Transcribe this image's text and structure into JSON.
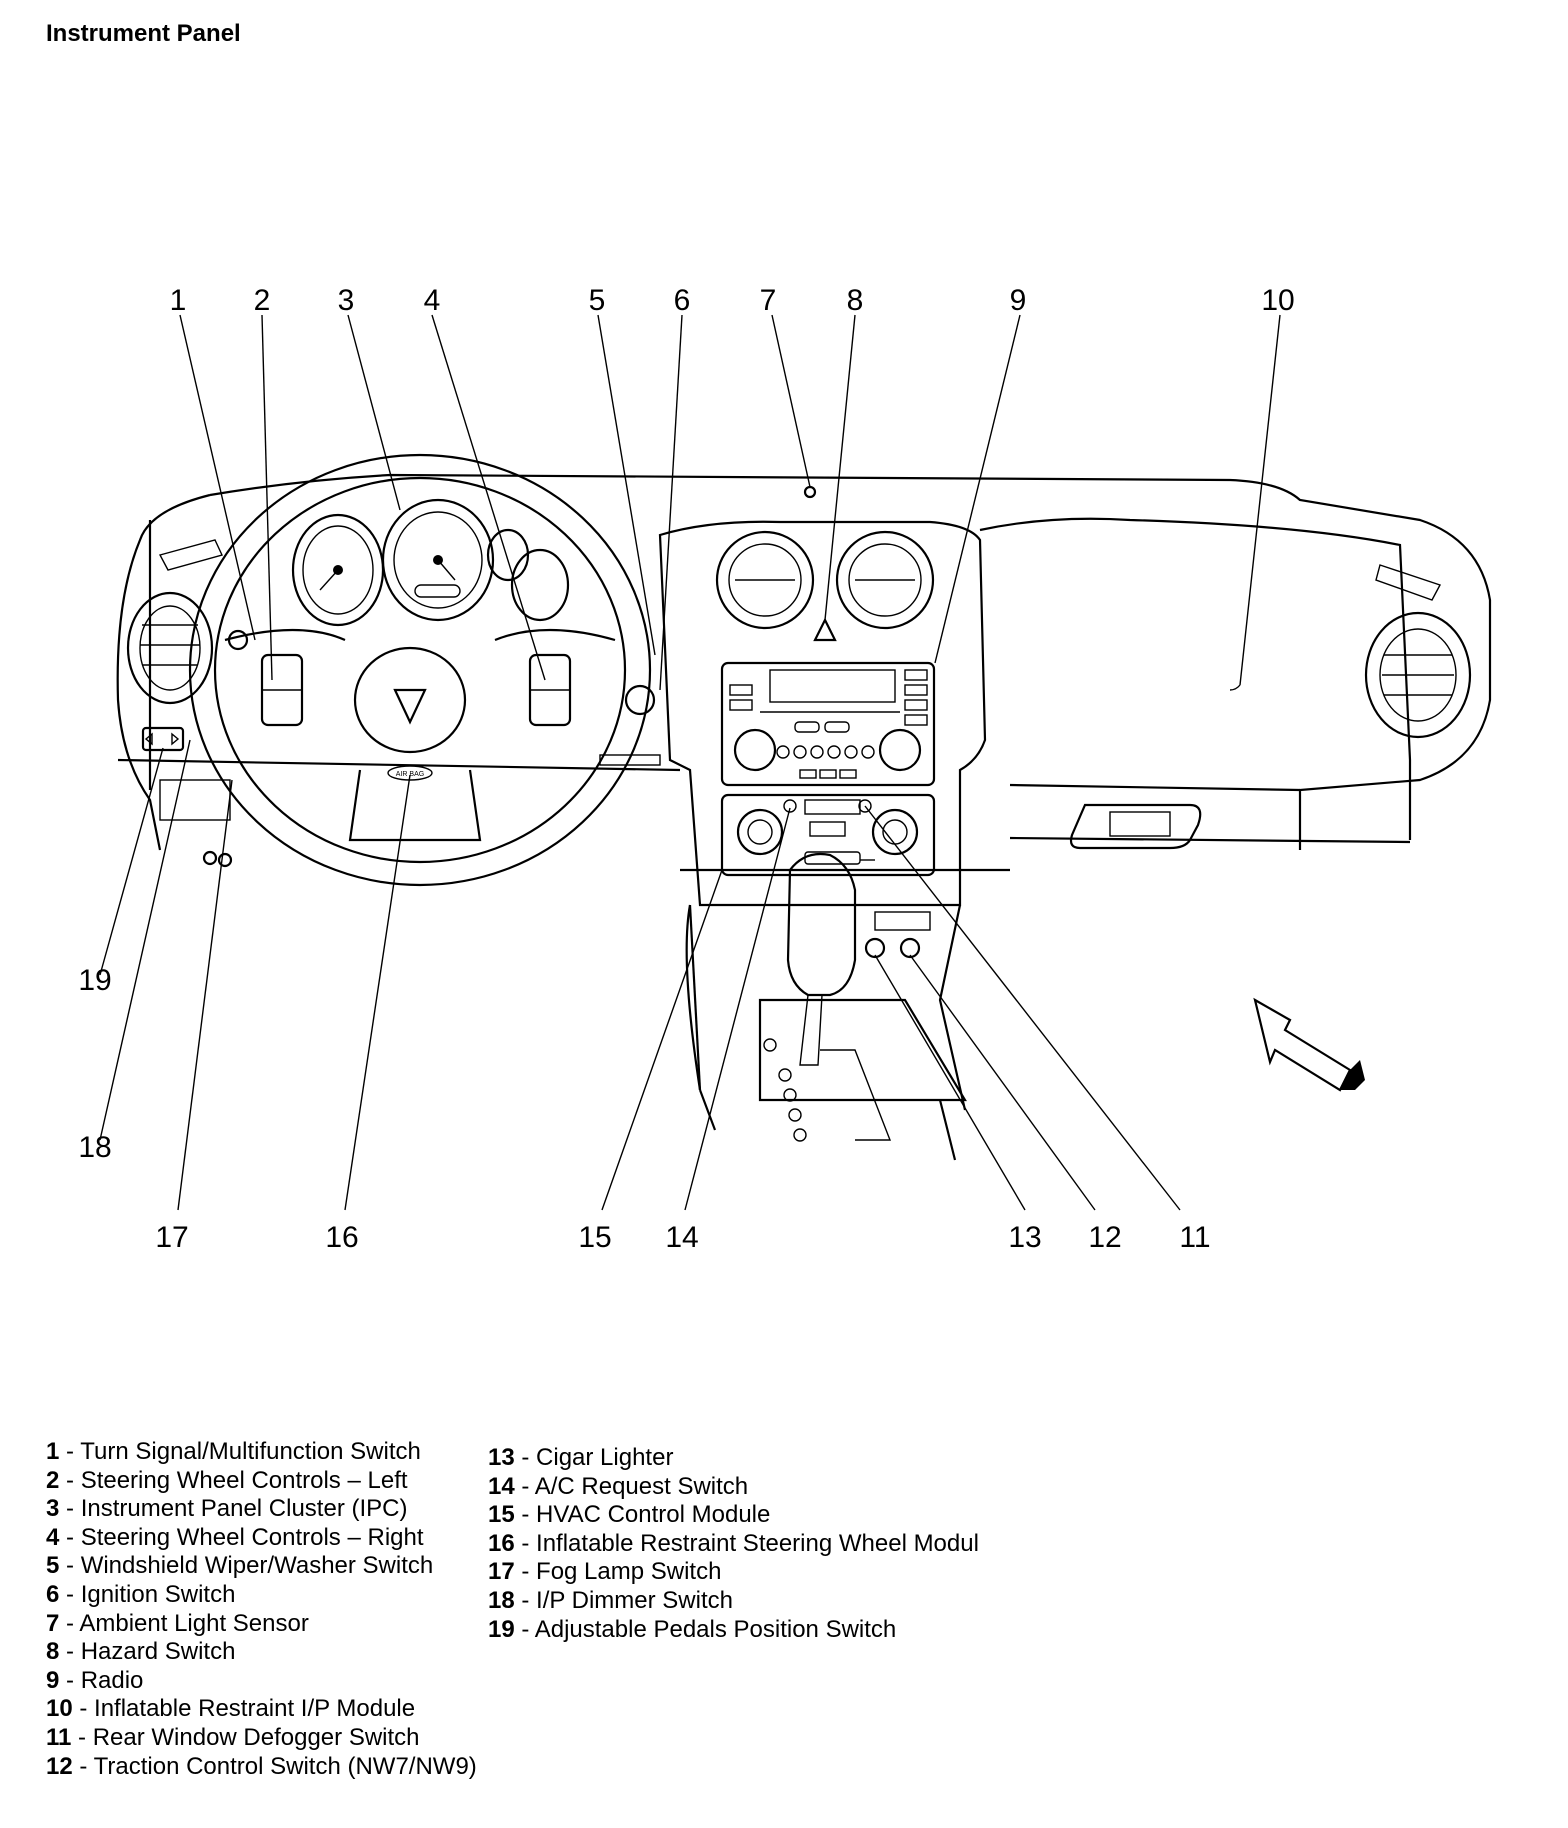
{
  "title": "Instrument Panel",
  "callouts": {
    "c1": "1",
    "c2": "2",
    "c3": "3",
    "c4": "4",
    "c5": "5",
    "c6": "6",
    "c7": "7",
    "c8": "8",
    "c9": "9",
    "c10": "10",
    "c11": "11",
    "c12": "12",
    "c13": "13",
    "c14": "14",
    "c15": "15",
    "c16": "16",
    "c17": "17",
    "c18": "18",
    "c19": "19"
  },
  "dash_labels": {
    "airbag": "AIR BAG"
  },
  "legend_left": [
    {
      "num": "1",
      "label": "Turn Signal/Multifunction Switch"
    },
    {
      "num": "2",
      "label": "Steering Wheel Controls – Left"
    },
    {
      "num": "3",
      "label": "Instrument Panel Cluster (IPC)"
    },
    {
      "num": "4",
      "label": "Steering Wheel Controls – Right"
    },
    {
      "num": "5",
      "label": "Windshield Wiper/Washer Switch"
    },
    {
      "num": "6",
      "label": "Ignition Switch"
    },
    {
      "num": "7",
      "label": "Ambient Light Sensor"
    },
    {
      "num": "8",
      "label": "Hazard Switch"
    },
    {
      "num": "9",
      "label": "Radio"
    },
    {
      "num": "10",
      "label": "Inflatable Restraint I/P Module"
    },
    {
      "num": "11",
      "label": "Rear Window Defogger Switch"
    },
    {
      "num": "12",
      "label": "Traction Control Switch (NW7/NW9)"
    }
  ],
  "legend_right": [
    {
      "num": "13",
      "label": "Cigar Lighter"
    },
    {
      "num": "14",
      "label": "A/C Request Switch"
    },
    {
      "num": "15",
      "label": "HVAC Control Module"
    },
    {
      "num": "16",
      "label": "Inflatable Restraint Steering Wheel Modul"
    },
    {
      "num": "17",
      "label": "Fog Lamp Switch"
    },
    {
      "num": "18",
      "label": "I/P Dimmer Switch"
    },
    {
      "num": "19",
      "label": "Adjustable Pedals Position Switch"
    }
  ]
}
